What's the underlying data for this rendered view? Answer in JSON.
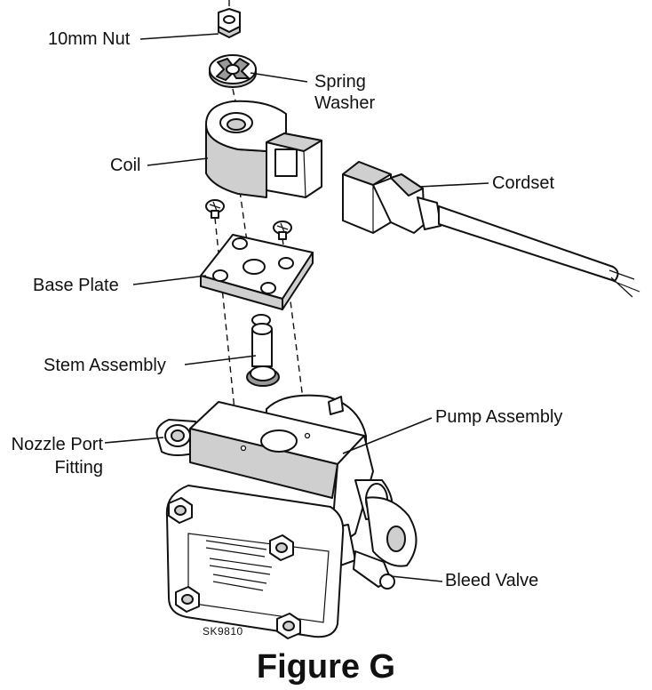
{
  "labels": {
    "nut": "10mm Nut",
    "spring_washer_1": "Spring",
    "spring_washer_2": "Washer",
    "coil": "Coil",
    "cordset": "Cordset",
    "base_plate": "Base Plate",
    "stem_assembly": "Stem Assembly",
    "pump_assembly": "Pump Assembly",
    "nozzle_port_1": "Nozzle Port",
    "nozzle_port_2": "Fitting",
    "bleed_valve": "Bleed Valve"
  },
  "drawing_code": "SK9810",
  "caption": "Figure G"
}
